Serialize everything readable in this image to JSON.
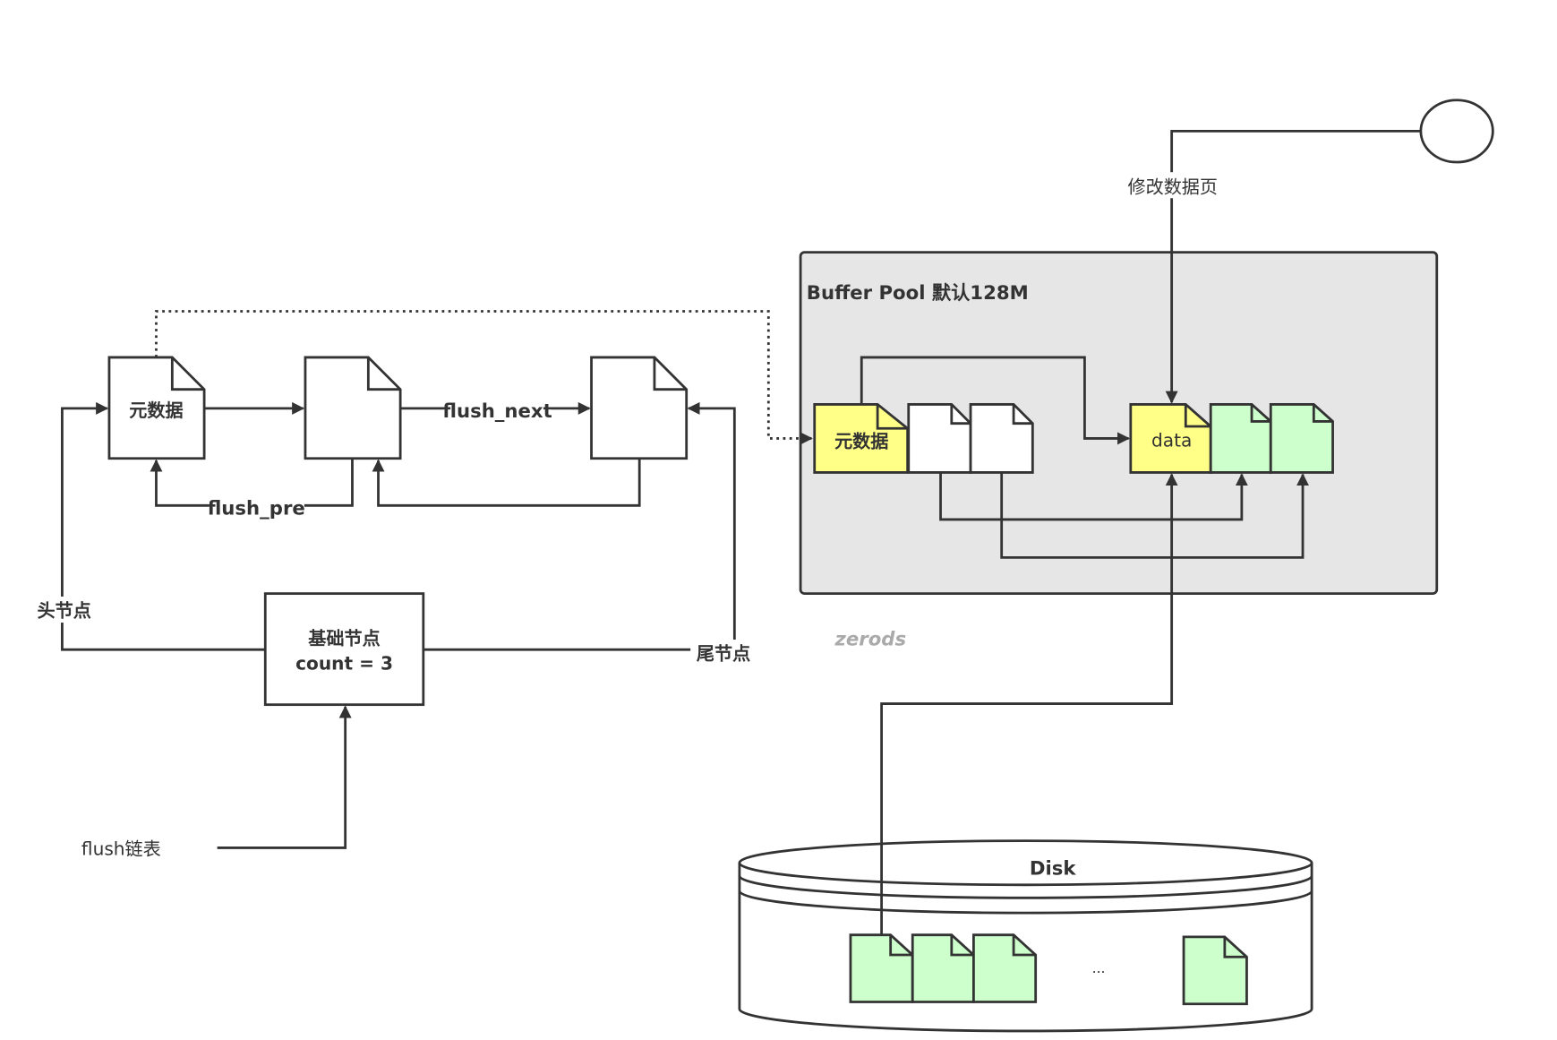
{
  "flush_list": {
    "head_doc_label": "元数据",
    "next_label": "flush_next",
    "pre_label": "flush_pre",
    "head_label": "头节点",
    "tail_label": "尾节点",
    "base_node_title": "基础节点",
    "base_node_count": "count = 3",
    "caption": "flush链表"
  },
  "buffer_pool": {
    "title": "Buffer Pool 默认128M",
    "meta_doc_label": "元数据",
    "data_doc_label": "data"
  },
  "modify_label": "修改数据页",
  "watermark": "zerods",
  "disk": {
    "label": "Disk",
    "ellipsis": "..."
  },
  "colors": {
    "yellow": "#ffff88",
    "green": "#ccffcc",
    "pool_bg": "#e6e6e6",
    "stroke": "#333333"
  }
}
